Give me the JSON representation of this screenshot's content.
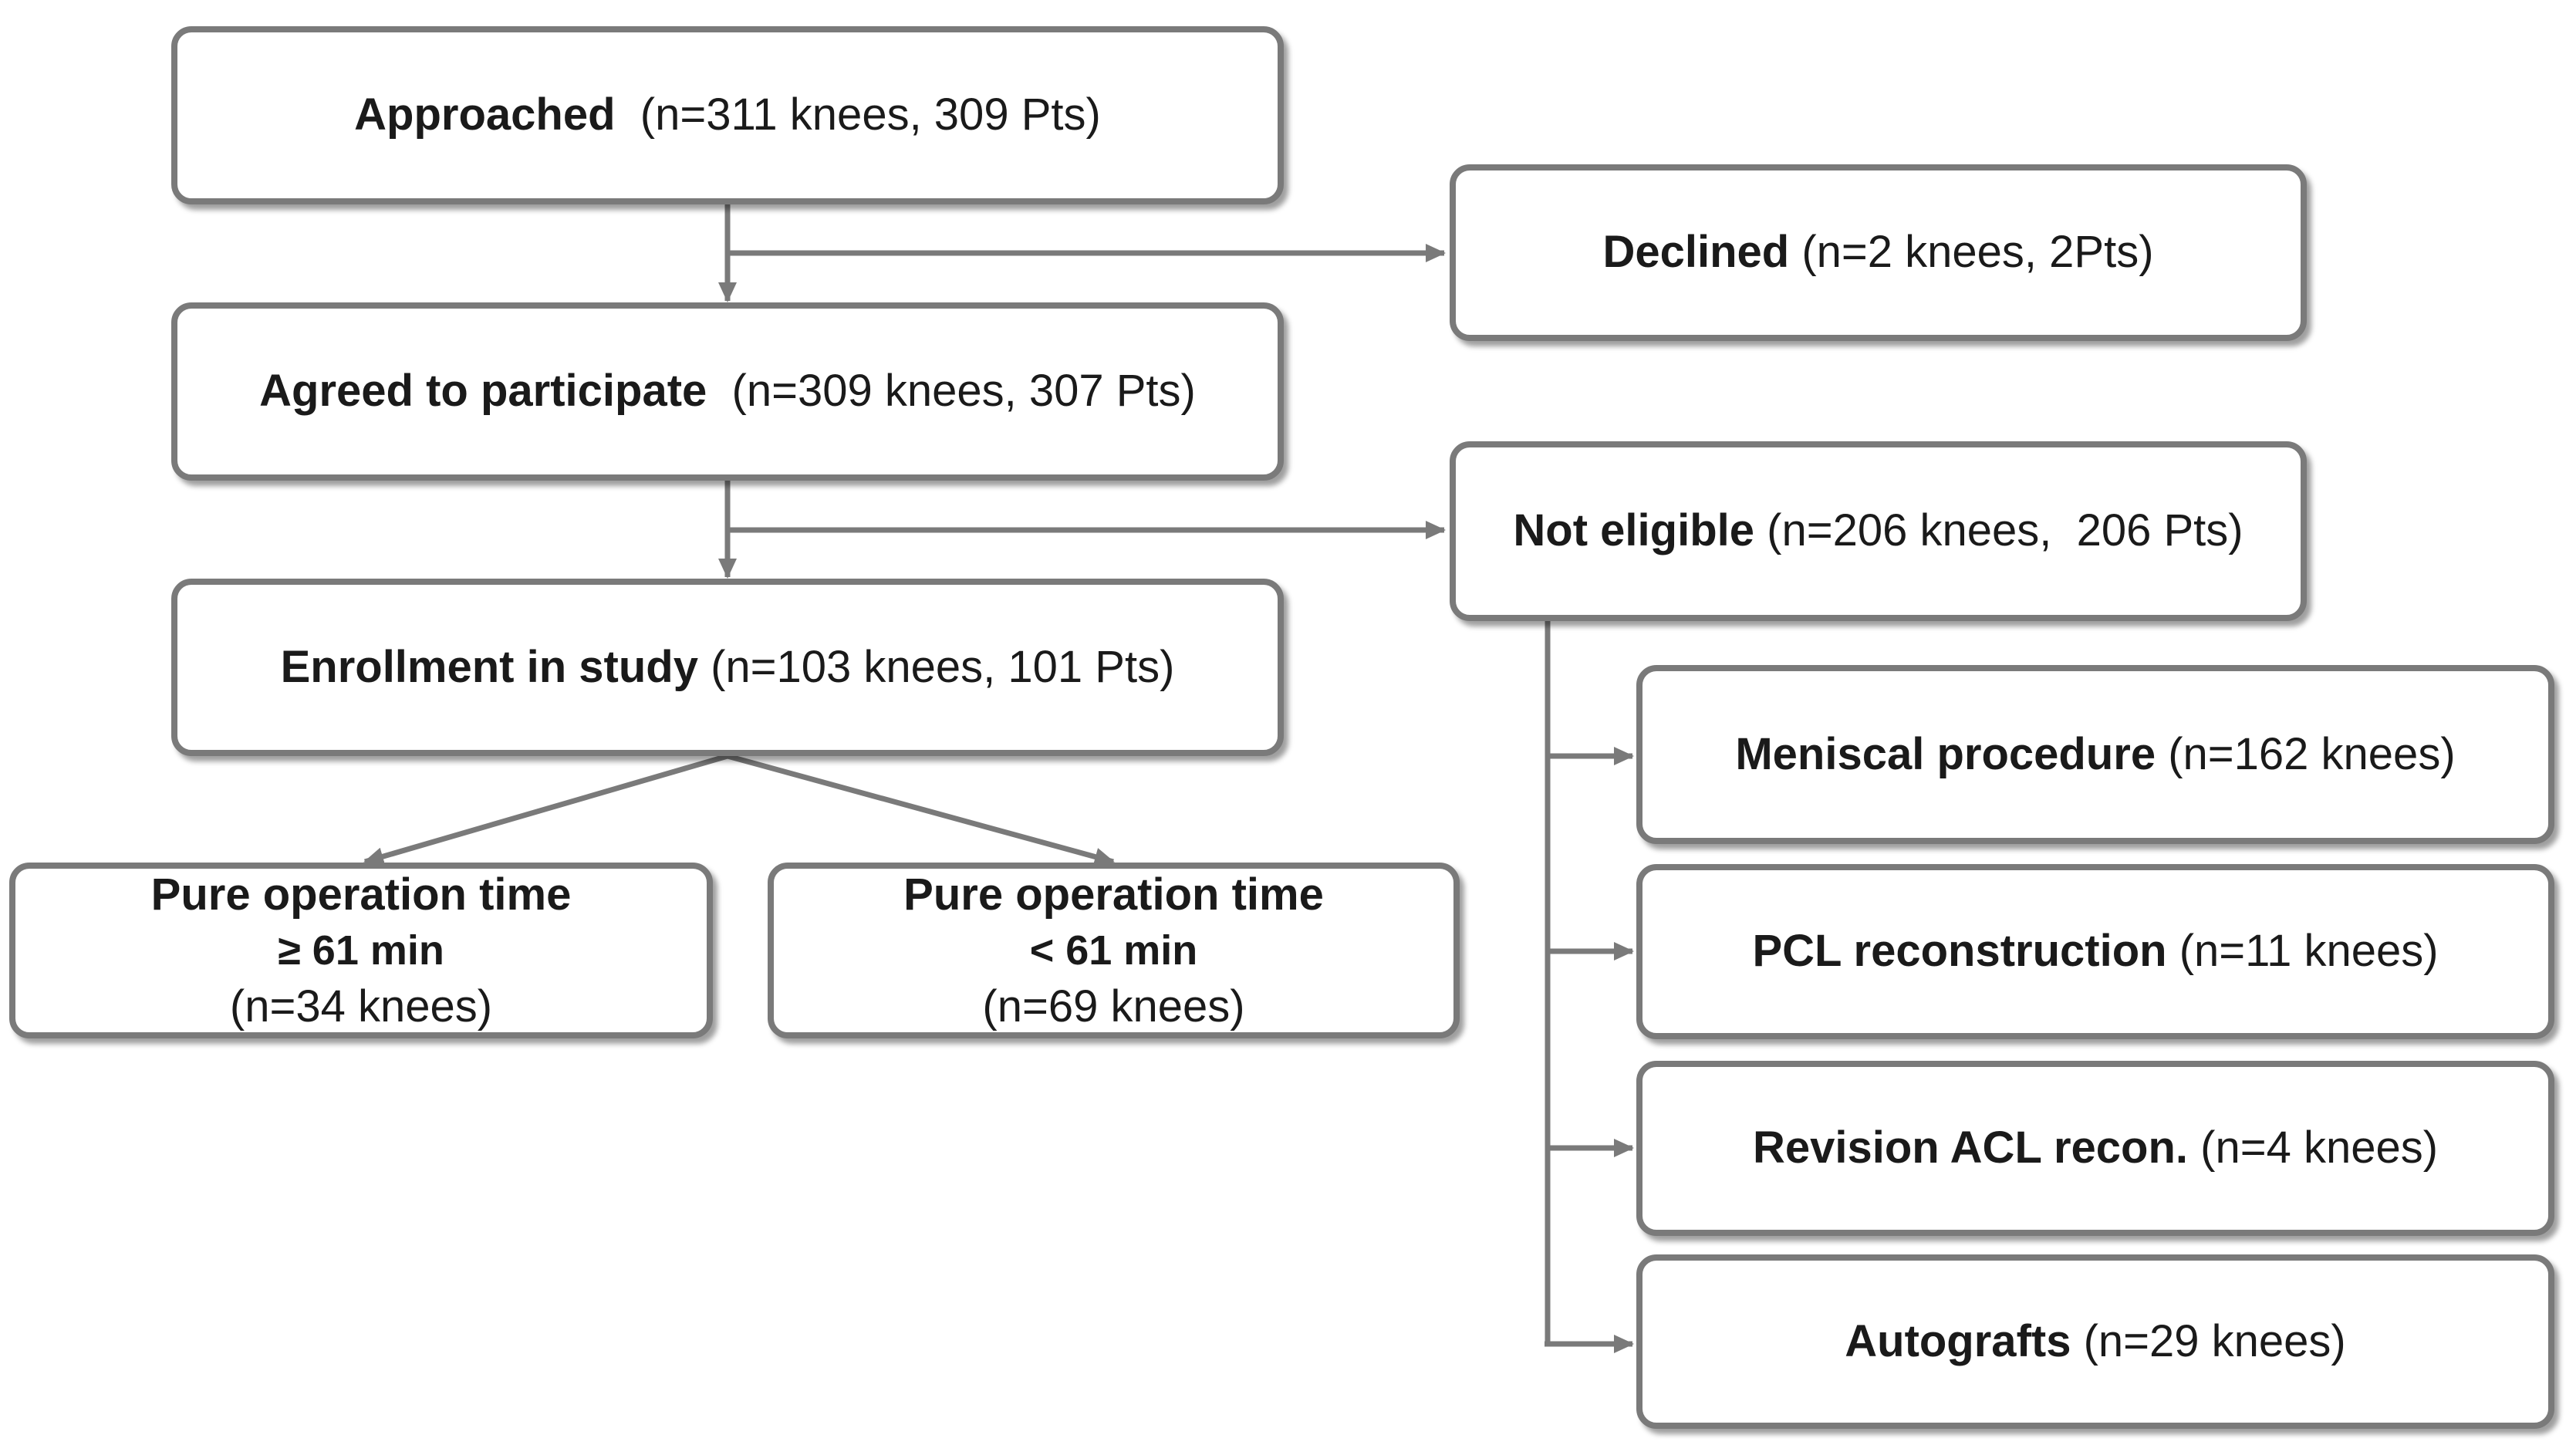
{
  "nodes": {
    "approached": {
      "title": "Approached",
      "detail": "(n=311 knees, 309 Pts)"
    },
    "declined": {
      "title": "Declined",
      "detail": "(n=2 knees, 2Pts)"
    },
    "agreed": {
      "title": "Agreed to participate",
      "detail": "(n=309 knees, 307 Pts)"
    },
    "not_eligible": {
      "title": "Not eligible",
      "detail": "(n=206 knees,  206 Pts)"
    },
    "enrollment": {
      "title": "Enrollment in study",
      "detail": "(n=103 knees, 101 Pts)"
    },
    "long_op": {
      "title": "Pure operation time",
      "condition": "≥ 61 min",
      "detail": "(n=34 knees)"
    },
    "short_op": {
      "title": "Pure operation time",
      "condition": "< 61 min",
      "detail": "(n=69 knees)"
    },
    "meniscal": {
      "title": "Meniscal procedure",
      "detail": "(n=162 knees)"
    },
    "pcl": {
      "title": "PCL reconstruction",
      "detail": "(n=11 knees)"
    },
    "revision": {
      "title": "Revision ACL recon.",
      "detail": "(n=4 knees)"
    },
    "autografts": {
      "title": "Autografts",
      "detail": "(n=29 knees)"
    }
  },
  "colors": {
    "border": "#7a7a7a",
    "connector": "#7a7a7a",
    "text": "#1a1a1a"
  }
}
